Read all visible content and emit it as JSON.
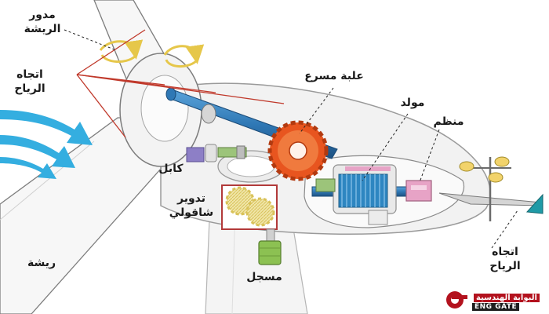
{
  "labels": {
    "blade_pitch": [
      "مدور",
      "الريشة"
    ],
    "wind_direction_left": [
      "اتجاه",
      "الرياح"
    ],
    "gearbox": "علبة مسرع",
    "generator": "مولد",
    "controller": "منظم",
    "cable": "كابل",
    "yaw_drive": [
      "تدوير",
      "شاقولي"
    ],
    "blade": "ريشة",
    "brake": "مسجل",
    "wind_direction_right": [
      "اتجاه",
      "الرياح"
    ]
  },
  "logo": {
    "arabic": "البوابة الهندسية",
    "english": "ENG GATE"
  },
  "colors": {
    "shaft": "#2f78b5",
    "gear": "#e8551f",
    "generator_coil": "#2e86c1",
    "arrow": "#34aee0",
    "pointer": "#c0392b",
    "yaw_gear": "#e8d36a",
    "brake": "#8cc152",
    "controller": "#e7a3c6",
    "logo_red": "#b3121e"
  }
}
